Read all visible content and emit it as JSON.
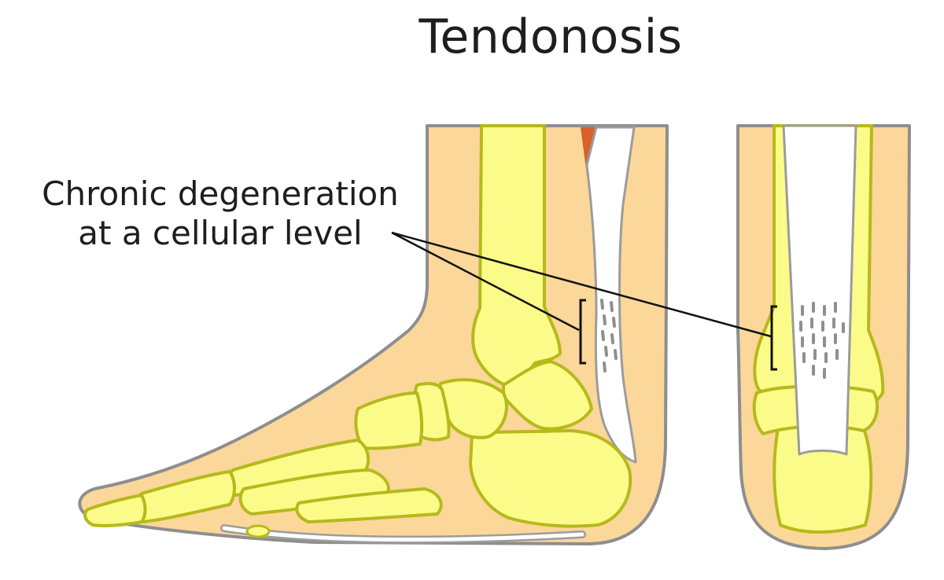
{
  "title": "Tendonosis",
  "callout": {
    "line1": "Chronic degeneration",
    "line2": "at a cellular level"
  },
  "colors": {
    "skin": "#fbd79a",
    "skin_outline": "#8e8e8e",
    "bone": "#fbfb8a",
    "bone_outline": "#b7b91b",
    "tendon": "#ffffff",
    "tendon_outline": "#9c9c9c",
    "muscle": "#d8602e",
    "leader_line": "#111111",
    "degeneration_marks": "#8f8f8f"
  }
}
